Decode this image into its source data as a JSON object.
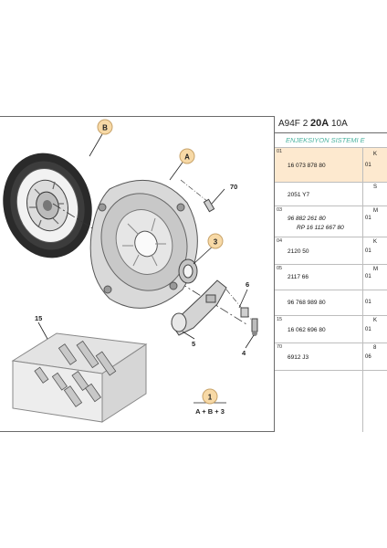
{
  "panel": {
    "header_model": "A94F",
    "header_engine_a": "2",
    "header_engine_b": "20A",
    "header_engine_c": "10A",
    "section_title": "ENJEKSIYON SISTEMI E"
  },
  "rows": [
    {
      "idx": "01",
      "code": "16 073 878 80",
      "qty": "01",
      "more": "K",
      "highlight": true
    },
    {
      "idx": "",
      "code": "2051 Y7",
      "qty": "",
      "more": "S",
      "highlight": false
    },
    {
      "idx": "03",
      "code": "96 882 261 80",
      "code2": "RP 16 112 667 80",
      "qty": "01",
      "more": "M",
      "highlight": false
    },
    {
      "idx": "04",
      "code": "2120 50",
      "qty": "01",
      "more": "K",
      "highlight": false
    },
    {
      "idx": "05",
      "code": "2117 66",
      "qty": "01",
      "more": "M",
      "highlight": false
    },
    {
      "idx": "",
      "code": "96 768 989 80",
      "qty": "01",
      "more": "",
      "highlight": false
    },
    {
      "idx": "15",
      "code": "16 062 696 80",
      "qty": "01",
      "more": "K",
      "highlight": false
    },
    {
      "idx": "70",
      "code": "6912 J3",
      "qty": "06",
      "more": "8",
      "highlight": false
    }
  ],
  "callouts": {
    "b": "B",
    "a": "A",
    "n3": "3",
    "n70": "70",
    "n6": "6",
    "n5": "5",
    "n4": "4",
    "n15": "15",
    "n1": "1",
    "formula": "A + B + 3"
  },
  "colors": {
    "callout_fill": "#f7d9a6",
    "callout_stroke": "#c8a36a",
    "section_title": "#4bb3a0",
    "highlight_row": "#fde9cf"
  }
}
